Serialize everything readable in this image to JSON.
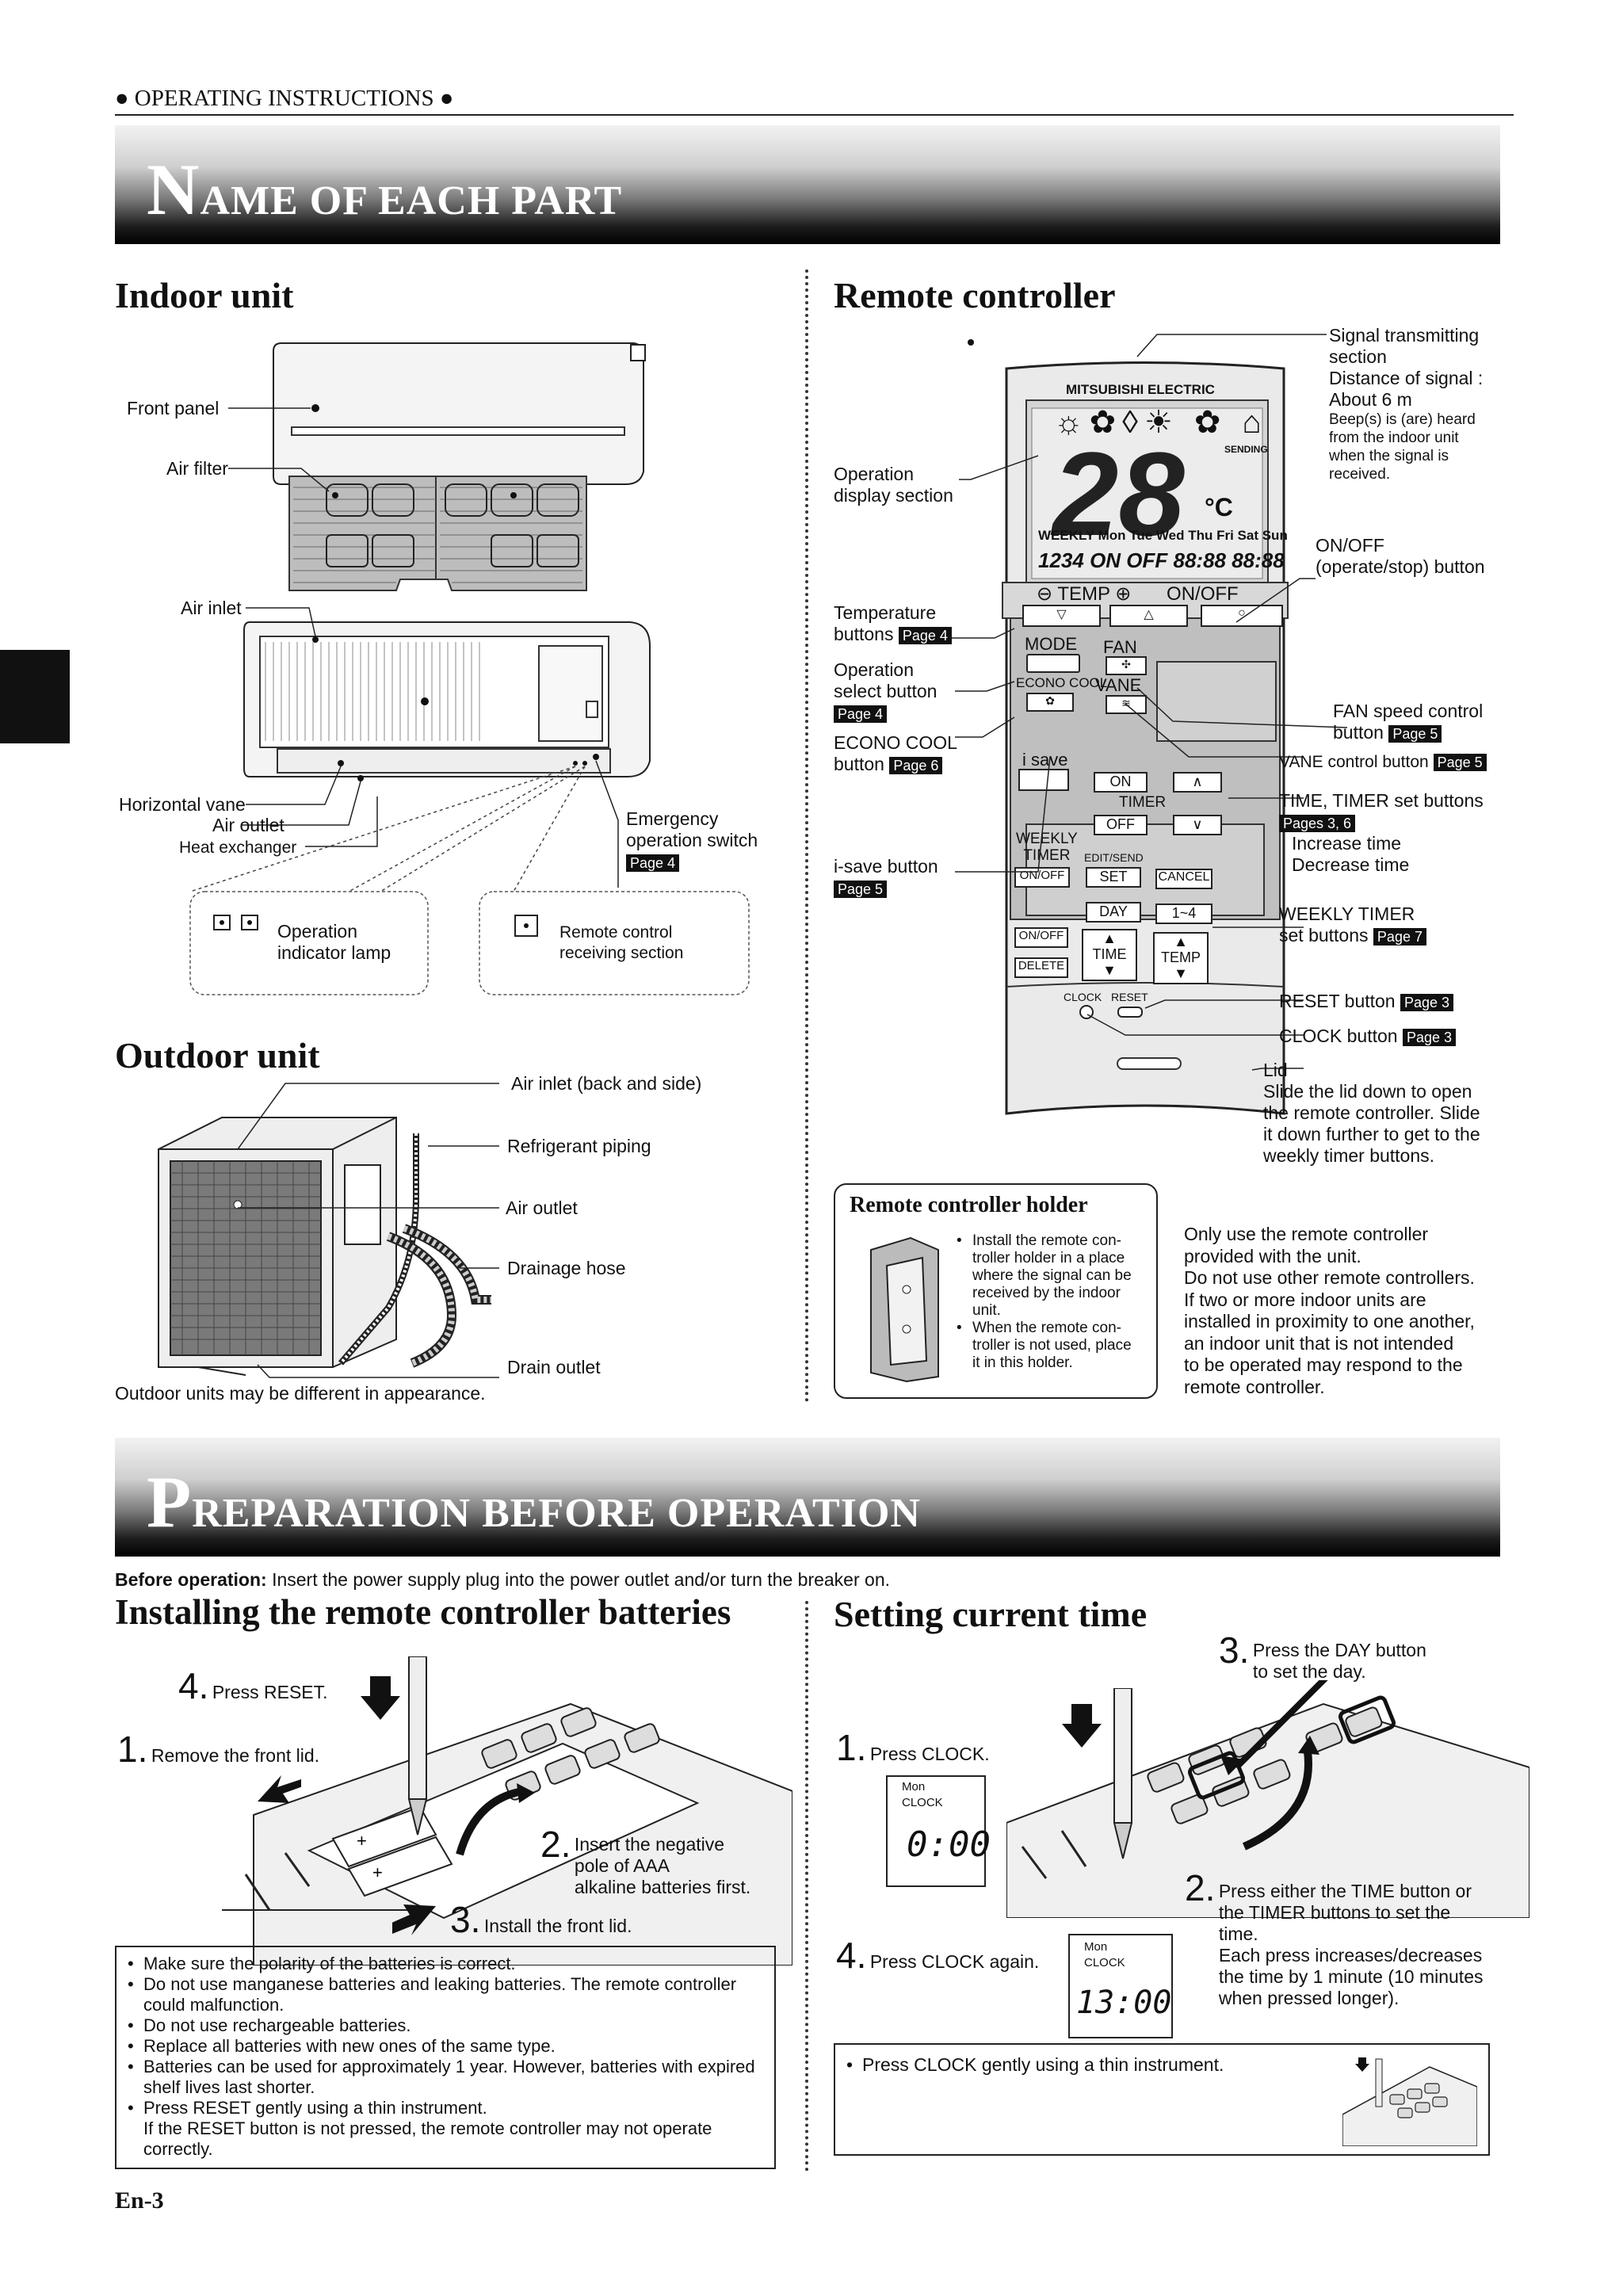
{
  "header": {
    "running_title": "● OPERATING INSTRUCTIONS ●"
  },
  "section1": {
    "title_cap": "N",
    "title_rest": "AME OF EACH PART"
  },
  "indoor": {
    "heading": "Indoor unit",
    "labels": {
      "front_panel": "Front panel",
      "air_filter": "Air filter",
      "air_inlet": "Air inlet",
      "horizontal_vane": "Horizontal vane",
      "air_outlet": "Air outlet",
      "heat_exchanger": "Heat exchanger",
      "emergency_1": "Emergency",
      "emergency_2": "operation switch",
      "emergency_page": "Page 4",
      "operation_lamp_1": "Operation",
      "operation_lamp_2": "indicator lamp",
      "remote_receive_1": "Remote control",
      "remote_receive_2": "receiving section"
    }
  },
  "outdoor": {
    "heading": "Outdoor unit",
    "labels": {
      "air_inlet": "Air inlet  (back and side)",
      "refrigerant": "Refrigerant piping",
      "air_outlet": "Air outlet",
      "drainage": "Drainage hose",
      "drain_outlet": "Drain outlet"
    },
    "note": "Outdoor units may be different in appearance."
  },
  "remote": {
    "heading": "Remote controller",
    "brand": "MITSUBISHI ELECTRIC",
    "display_temp": "28",
    "display_unit": "°C",
    "display_days": "WEEKLY Mon Tue Wed Thu Fri Sat Sun",
    "display_timer": "1234 ON OFF 88:88 88:88",
    "display_sending": "SENDING",
    "buttons": {
      "temp": "TEMP",
      "onoff": "ON/OFF",
      "mode": "MODE",
      "fan": "FAN",
      "econo": "ECONO COOL",
      "vane": "VANE",
      "isave": "i save",
      "on": "ON",
      "timer": "TIMER",
      "off": "OFF",
      "weekly": "WEEKLY",
      "weekly_timer": "TIMER",
      "weekly_onoff": "ON/OFF",
      "edit_send": "EDIT/SEND",
      "set": "SET",
      "cancel": "CANCEL",
      "day": "DAY",
      "one_four": "1~4",
      "on_off2": "ON/OFF",
      "delete": "DELETE",
      "time": "TIME",
      "temp2": "TEMP",
      "clock": "CLOCK",
      "reset": "RESET"
    },
    "labels": {
      "signal_1": "Signal transmitting",
      "signal_2": "section",
      "signal_3": "Distance of signal :",
      "signal_4": "About 6 m",
      "signal_5": "Beep(s) is (are) heard",
      "signal_6": "from the indoor unit",
      "signal_7": "when the signal is",
      "signal_8": "received.",
      "op_display_1": "Operation",
      "op_display_2": "display section",
      "onoff_1": "ON/OFF",
      "onoff_2": "(operate/stop) button",
      "temp_1": "Temperature",
      "temp_2": "buttons",
      "temp_page": "Page 4",
      "opsel_1": "Operation",
      "opsel_2": "select button",
      "opsel_page": "Page 4",
      "econo_1": "ECONO COOL",
      "econo_2": "button",
      "econo_page": "Page 6",
      "fan_1": "FAN speed control",
      "fan_2": "button",
      "fan_page": "Page 5",
      "vane": "VANE control button",
      "vane_page": "Page 5",
      "timer_1": "TIME, TIMER set buttons",
      "timer_page": "Pages 3, 6",
      "timer_inc": "Increase time",
      "timer_dec": "Decrease time",
      "isave_1": "i-save button",
      "isave_page": "Page 5",
      "weekly_1": "WEEKLY TIMER",
      "weekly_2": "set buttons",
      "weekly_page": "Page 7",
      "reset": "RESET button",
      "reset_page": "Page 3",
      "clock": "CLOCK button",
      "clock_page": "Page 3",
      "lid_1": "Lid",
      "lid_2": "Slide the lid down to open",
      "lid_3": "the remote controller. Slide",
      "lid_4": "it down further to get to the",
      "lid_5": "weekly timer buttons."
    },
    "holder": {
      "title": "Remote controller holder",
      "items": [
        "Install the remote con-\ntroller holder in a place\nwhere the signal can be\nreceived by the indoor\nunit.",
        "When the remote con-\ntroller is not used, place\nit in this holder."
      ]
    },
    "note_lines": [
      "Only use the remote controller",
      "provided with the unit.",
      "Do not use other remote controllers.",
      "If two or more indoor units are",
      "installed in proximity to one another,",
      "an indoor unit that is not intended",
      "to be operated may respond to the",
      "remote controller."
    ]
  },
  "section2": {
    "title_cap": "P",
    "title_rest": "REPARATION BEFORE OPERATION"
  },
  "before_op": {
    "bold": "Before operation:",
    "text": " Insert the power supply plug into the power outlet and/or turn the breaker on."
  },
  "batteries": {
    "heading": "Installing the remote controller batteries",
    "steps": {
      "s1_num": "1.",
      "s1": "Remove the front lid.",
      "s2_num": "2.",
      "s2_1": "Insert the negative",
      "s2_2": "pole of AAA",
      "s2_3": "alkaline batteries first.",
      "s3_num": "3.",
      "s3": "Install the front lid.",
      "s4_num": "4.",
      "s4": "Press RESET."
    },
    "notes": [
      "Make sure the polarity of the batteries is correct.",
      "Do not use manganese batteries and leaking batteries. The remote controller could malfunction.",
      "Do not use rechargeable batteries.",
      "Replace all batteries with new ones of the same type.",
      "Batteries can be used for approximately 1 year. However, batteries with expired shelf lives last shorter.",
      "Press RESET gently using a thin instrument.\nIf the RESET button is not pressed, the remote controller may not operate correctly."
    ]
  },
  "clock": {
    "heading": "Setting current time",
    "steps": {
      "s1_num": "1.",
      "s1": "Press CLOCK.",
      "s2_num": "2.",
      "s2_1": "Press either the TIME button or",
      "s2_2": "the TIMER buttons to set the",
      "s2_3": "time.",
      "s2_4": "Each press increases/decreases",
      "s2_5": "the time by 1 minute (10 minutes",
      "s2_6": "when pressed longer).",
      "s3_num": "3.",
      "s3_1": "Press the DAY button",
      "s3_2": "to set the day.",
      "s4_num": "4.",
      "s4": "Press CLOCK again."
    },
    "lcd1": {
      "day": "Mon",
      "label": "CLOCK",
      "time": "0:00"
    },
    "lcd2": {
      "day": "Mon",
      "label": "CLOCK",
      "time": "13:00"
    },
    "note": "Press CLOCK gently using a thin instrument."
  },
  "footer": {
    "page": "En-3"
  }
}
